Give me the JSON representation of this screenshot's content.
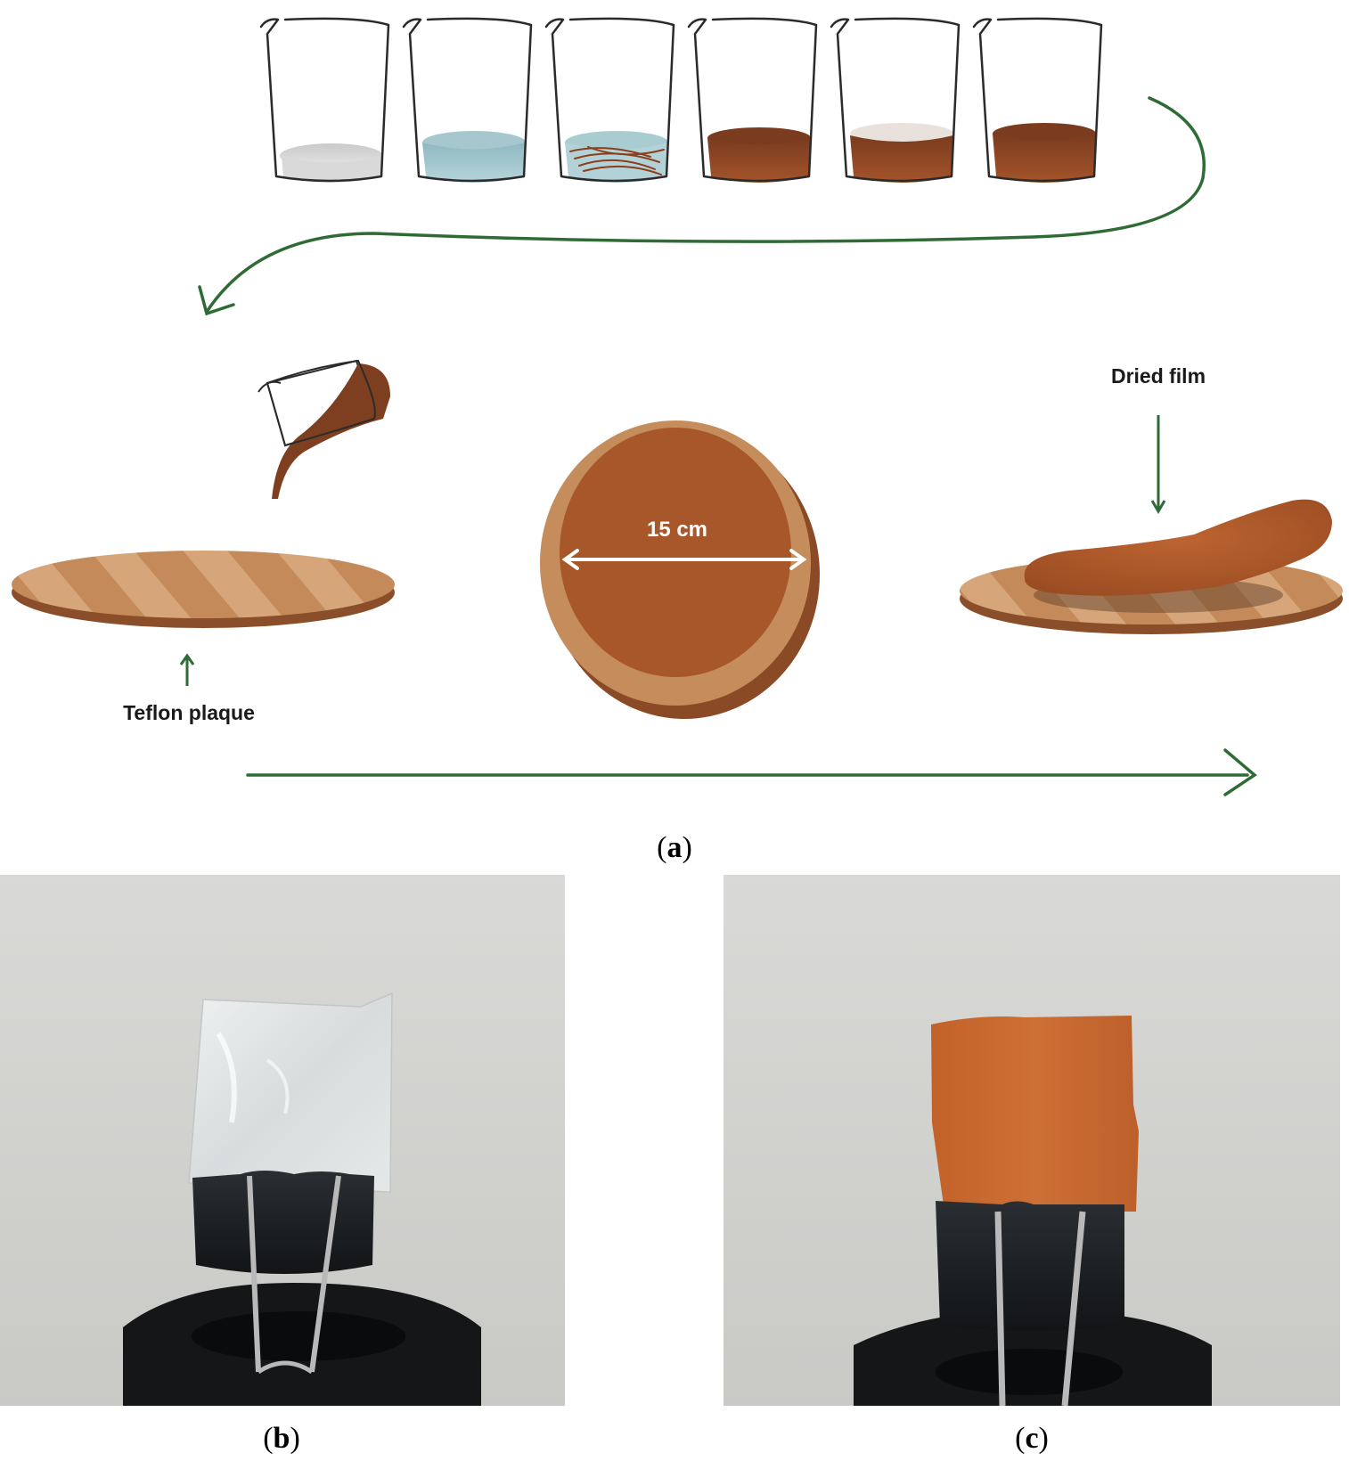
{
  "labels": {
    "dried_film": "Dried film",
    "teflon_plaque": "Teflon plaque",
    "diameter": "15 cm"
  },
  "captions": {
    "a": {
      "open": "(",
      "letter": "a",
      "close": ")"
    },
    "b": {
      "open": "(",
      "letter": "b",
      "close": ")"
    },
    "c": {
      "open": "(",
      "letter": "c",
      "close": ")"
    }
  },
  "colors": {
    "arrow_green": "#2f6b34",
    "film_brown": "#a8572a",
    "plaque_tan": "#c58e5e",
    "clip_black": "#1e2124",
    "transparent_film": "#dfe3e4",
    "orange_film": "#c4682e"
  },
  "beakers": [
    {
      "content": "white-powder",
      "fill": "#d6d6d6"
    },
    {
      "content": "blue-solution",
      "fill": "#9cc4cc"
    },
    {
      "content": "solution-with-fibers",
      "fill": "#a9ccd1"
    },
    {
      "content": "brown-solution",
      "fill": "#8e4a28"
    },
    {
      "content": "brown-solution-with-foam",
      "fill": "#8e4a28"
    },
    {
      "content": "brown-solution",
      "fill": "#8e4a28"
    }
  ]
}
